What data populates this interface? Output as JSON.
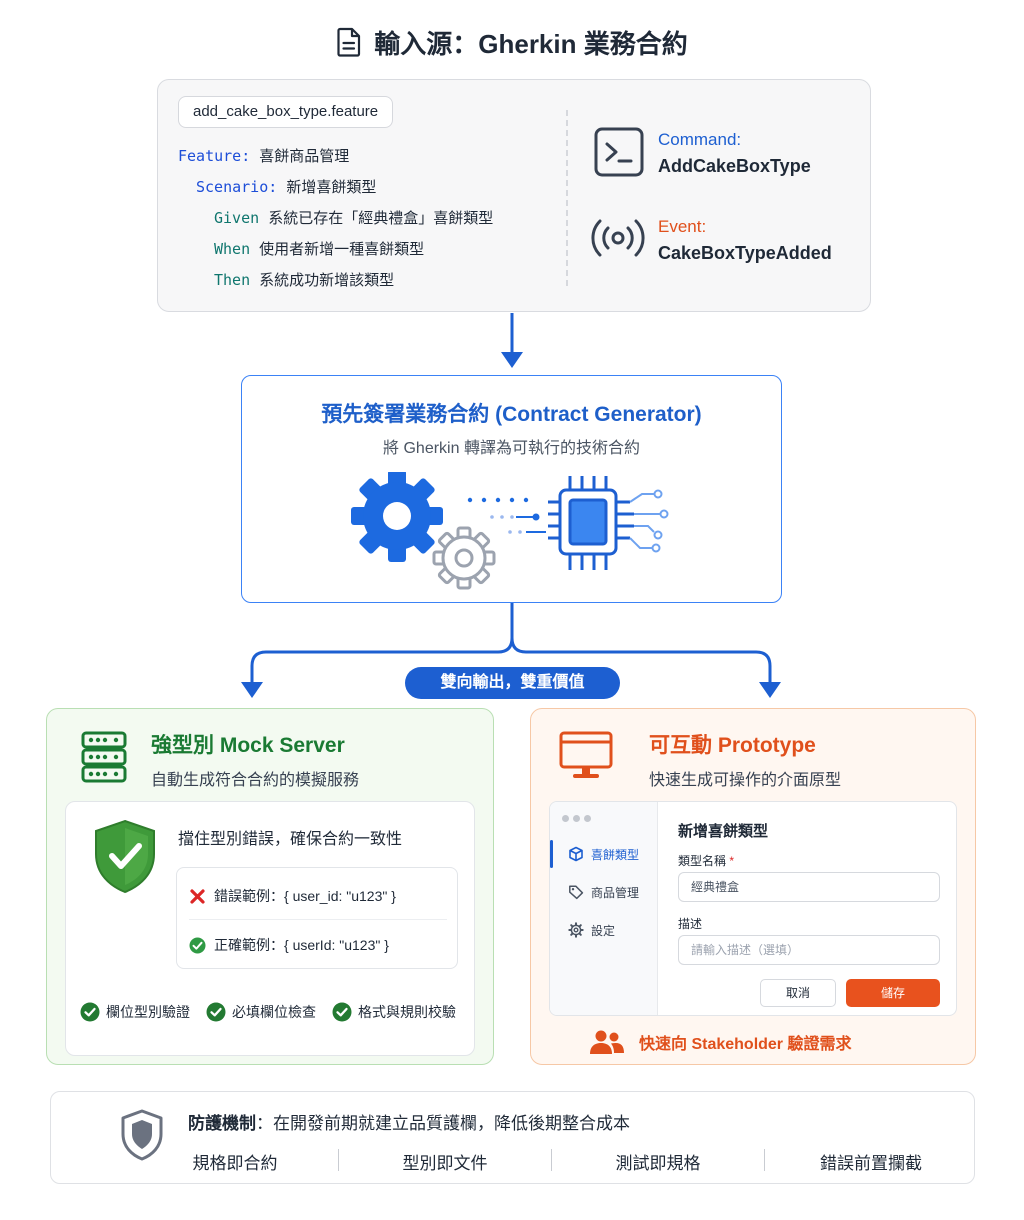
{
  "title": "輸入源：Gherkin 業務合約",
  "input_card": {
    "filename": "add_cake_box_type.feature",
    "gherkin": [
      {
        "keyword": "Feature:",
        "text": "喜餅商品管理"
      },
      {
        "keyword": "Scenario:",
        "text": "新增喜餅類型"
      },
      {
        "keyword": "Given",
        "text": "系統已存在「經典禮盒」喜餅類型"
      },
      {
        "keyword": "When",
        "text": "使用者新增一種喜餅類型"
      },
      {
        "keyword": "Then",
        "text": "系統成功新增該類型"
      }
    ],
    "command_label": "Command:",
    "command_value": "AddCakeBoxType",
    "event_label": "Event:",
    "event_value": "CakeBoxTypeAdded"
  },
  "generator": {
    "title": "預先簽署業務合約 (Contract Generator)",
    "subtitle": "將 Gherkin 轉譯為可執行的技術合約"
  },
  "split_label": "雙向輸出，雙重價值",
  "mock_server": {
    "title": "強型別 Mock Server",
    "subtitle": "自動生成符合合約的模擬服務",
    "inner_title": "擋住型別錯誤，確保合約一致性",
    "wrong_example": "錯誤範例：{ user_id: \"u123\" }",
    "right_example": "正確範例：{ userId: \"u123\" }",
    "checks": [
      "欄位型別驗證",
      "必填欄位檢查",
      "格式與規則校驗"
    ]
  },
  "prototype": {
    "title": "可互動 Prototype",
    "subtitle": "快速生成可操作的介面原型",
    "nav": [
      "喜餅類型",
      "商品管理",
      "設定"
    ],
    "form_title": "新增喜餅類型",
    "field1_label": "類型名稱",
    "required_mark": "*",
    "field1_value": "經典禮盒",
    "field2_label": "描述",
    "field2_placeholder": "請輸入描述（選填）",
    "cancel": "取消",
    "save": "儲存",
    "footer": "快速向 Stakeholder 驗證需求"
  },
  "protection": {
    "label": "防護機制",
    "text": "：在開發前期就建立品質護欄，降低後期整合成本",
    "items": [
      "規格即合約",
      "型別即文件",
      "測試即規格",
      "錯誤前置攔截"
    ]
  },
  "colors": {
    "blue": "#1d5fd1",
    "green": "#1a7a33",
    "orange": "#e0501c"
  }
}
